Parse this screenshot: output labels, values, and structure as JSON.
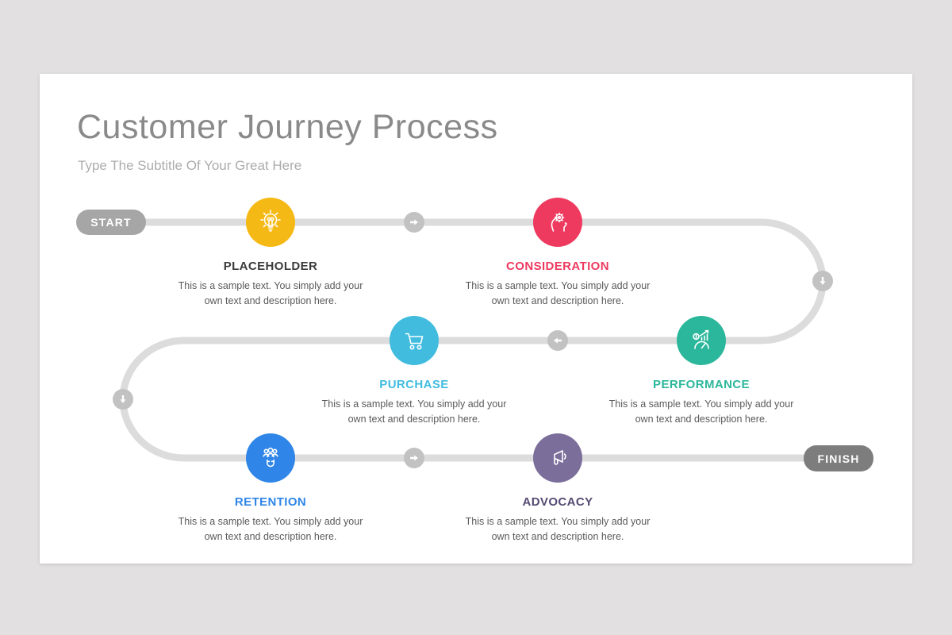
{
  "slide": {
    "title": "Customer Journey Process",
    "subtitle": "Type The Subtitle Of Your Great Here",
    "start_label": "START",
    "finish_label": "FINISH"
  },
  "colors": {
    "background_outer": "#e2e0e1",
    "slide_background": "#ffffff",
    "path_line": "#dcdcdc",
    "arrow_marker": "#c2c2c2",
    "start_pill": "#a6a6a6",
    "finish_pill": "#7d7d7d",
    "title_text": "#8a8a8a",
    "subtitle_text": "#acacac",
    "description_text": "#5a5a5a"
  },
  "nodes": [
    {
      "label": "PLACEHOLDER",
      "label_color": "#3b3b3b",
      "circle_color": "#f5b915",
      "icon": "lightbulb-icon",
      "desc_line1": "This is a sample text. You simply add your",
      "desc_line2": "own text and description here."
    },
    {
      "label": "CONSIDERATION",
      "label_color": "#ee3a5f",
      "circle_color": "#ee3a5f",
      "icon": "head-gear-icon",
      "desc_line1": "This is a sample text. You simply add your",
      "desc_line2": "own text and description here."
    },
    {
      "label": "PURCHASE",
      "label_color": "#41bcdf",
      "circle_color": "#41bcdf",
      "icon": "shopping-cart-icon",
      "desc_line1": "This is a sample text. You simply add your",
      "desc_line2": "own text and description here."
    },
    {
      "label": "PERFORMANCE",
      "label_color": "#2bb79b",
      "circle_color": "#2bb79b",
      "icon": "growth-chart-icon",
      "desc_line1": "This is a sample text. You simply add your",
      "desc_line2": "own text and description here."
    },
    {
      "label": "RETENTION",
      "label_color": "#2f86e8",
      "circle_color": "#2f86e8",
      "icon": "people-magnet-icon",
      "desc_line1": "This is a sample text. You simply add your",
      "desc_line2": "own text and description here."
    },
    {
      "label": "ADVOCACY",
      "label_color": "#564b72",
      "circle_color": "#7c6e9b",
      "icon": "megaphone-icon",
      "desc_line1": "This is a sample text. You simply add your",
      "desc_line2": "own text and description here."
    }
  ]
}
